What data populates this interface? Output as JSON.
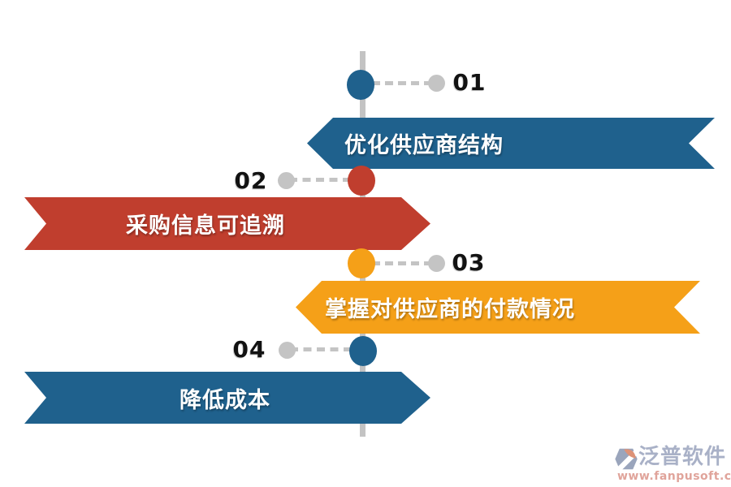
{
  "diagram": {
    "type": "vertical-timeline-ribbons",
    "items": [
      {
        "number": "01",
        "label": "优化供应商结构",
        "color": "#1f618d",
        "ribbon_points": "left",
        "number_side": "right"
      },
      {
        "number": "02",
        "label": "采购信息可追溯",
        "color": "#c03e2e",
        "ribbon_points": "right",
        "number_side": "left"
      },
      {
        "number": "03",
        "label": "掌握对供应商的付款情况",
        "color": "#f5a018",
        "ribbon_points": "left",
        "number_side": "right"
      },
      {
        "number": "04",
        "label": "降低成本",
        "color": "#1f618d",
        "ribbon_points": "right",
        "number_side": "left"
      }
    ],
    "axis_color": "#c3c3c3",
    "connector_color": "#c4c4c4",
    "number_color": "#121212",
    "label_text_color": "#ffffff",
    "background_color": "#ffffff"
  },
  "watermark": {
    "brand": "泛普软件",
    "url": "www.fanpusoft.com",
    "brand_color": "#a9b1c7",
    "url_color": "#e0a49b"
  }
}
